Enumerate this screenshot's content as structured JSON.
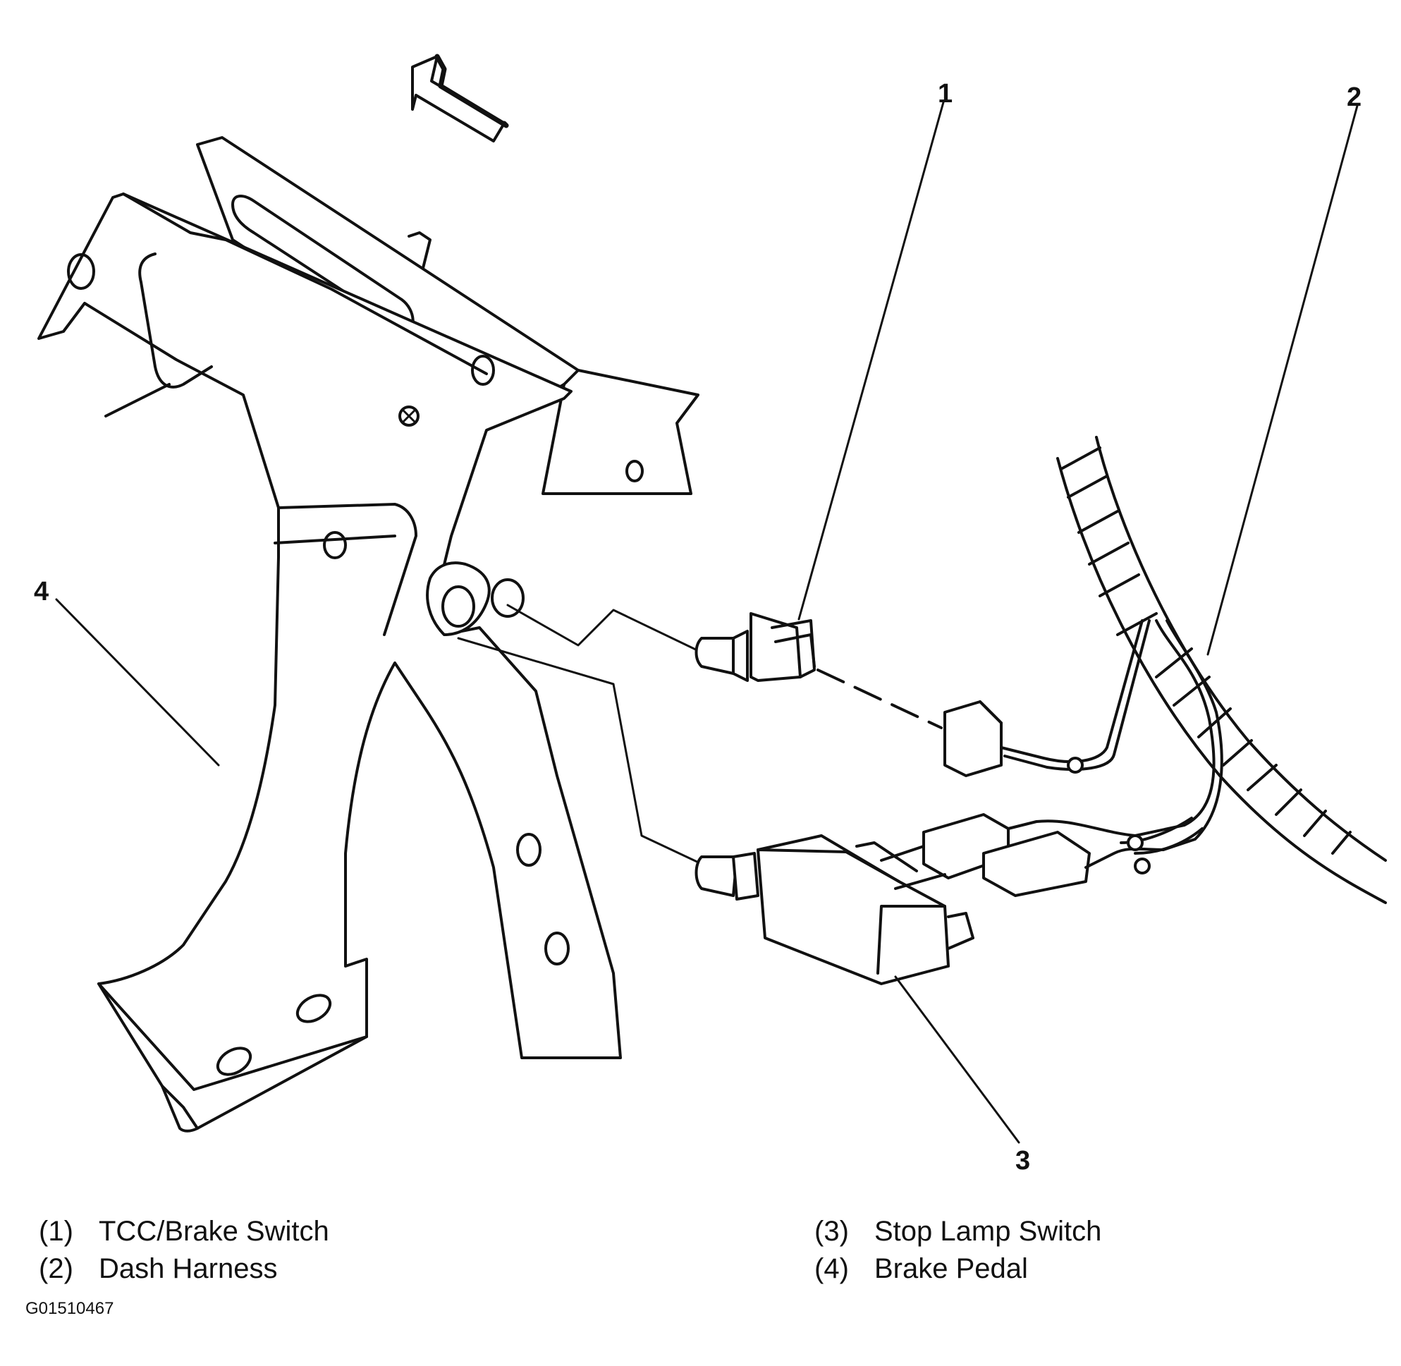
{
  "callouts": {
    "c1": "1",
    "c2": "2",
    "c3": "3",
    "c4": "4"
  },
  "legend": {
    "left": [
      {
        "num": "(1)",
        "label": "TCC/Brake Switch"
      },
      {
        "num": "(2)",
        "label": "Dash Harness"
      }
    ],
    "right": [
      {
        "num": "(3)",
        "label": "Stop Lamp Switch"
      },
      {
        "num": "(4)",
        "label": "Brake Pedal"
      }
    ]
  },
  "figure_id": "G01510467",
  "colors": {
    "ink": "#111111",
    "paper": "#ffffff"
  }
}
